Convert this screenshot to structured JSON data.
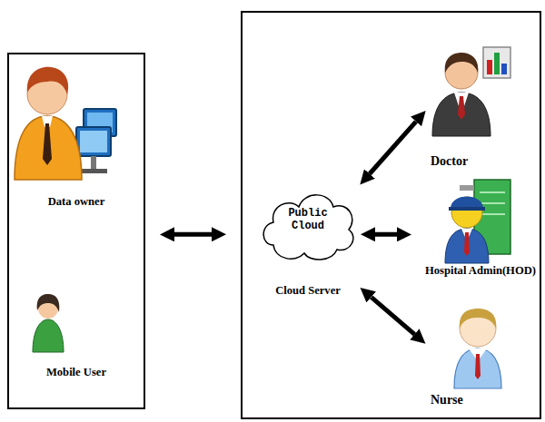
{
  "diagram": {
    "nodes": [
      {
        "text": []
      },
      {
        "text": [
          "Data owner"
        ],
        "in": 0
      },
      {
        "text": [
          "Mobile User"
        ],
        "in": 0
      },
      {
        "text": []
      },
      {
        "text": [
          "Public Cloud",
          "Cloud Server"
        ],
        "in": 3
      },
      {
        "text": [
          "Doctor"
        ],
        "in": 3
      },
      {
        "text": [
          "Hospital Admin(HOD)"
        ],
        "in": 3
      },
      {
        "text": [
          "Nurse"
        ],
        "in": 3
      }
    ],
    "edges": [
      {
        "from": 0,
        "to": 3,
        "arrow": "both"
      },
      {
        "from": 4,
        "to": 5,
        "arrow": "both"
      },
      {
        "from": 4,
        "to": 6,
        "arrow": "both"
      },
      {
        "from": 4,
        "to": 7,
        "arrow": "both"
      }
    ]
  }
}
